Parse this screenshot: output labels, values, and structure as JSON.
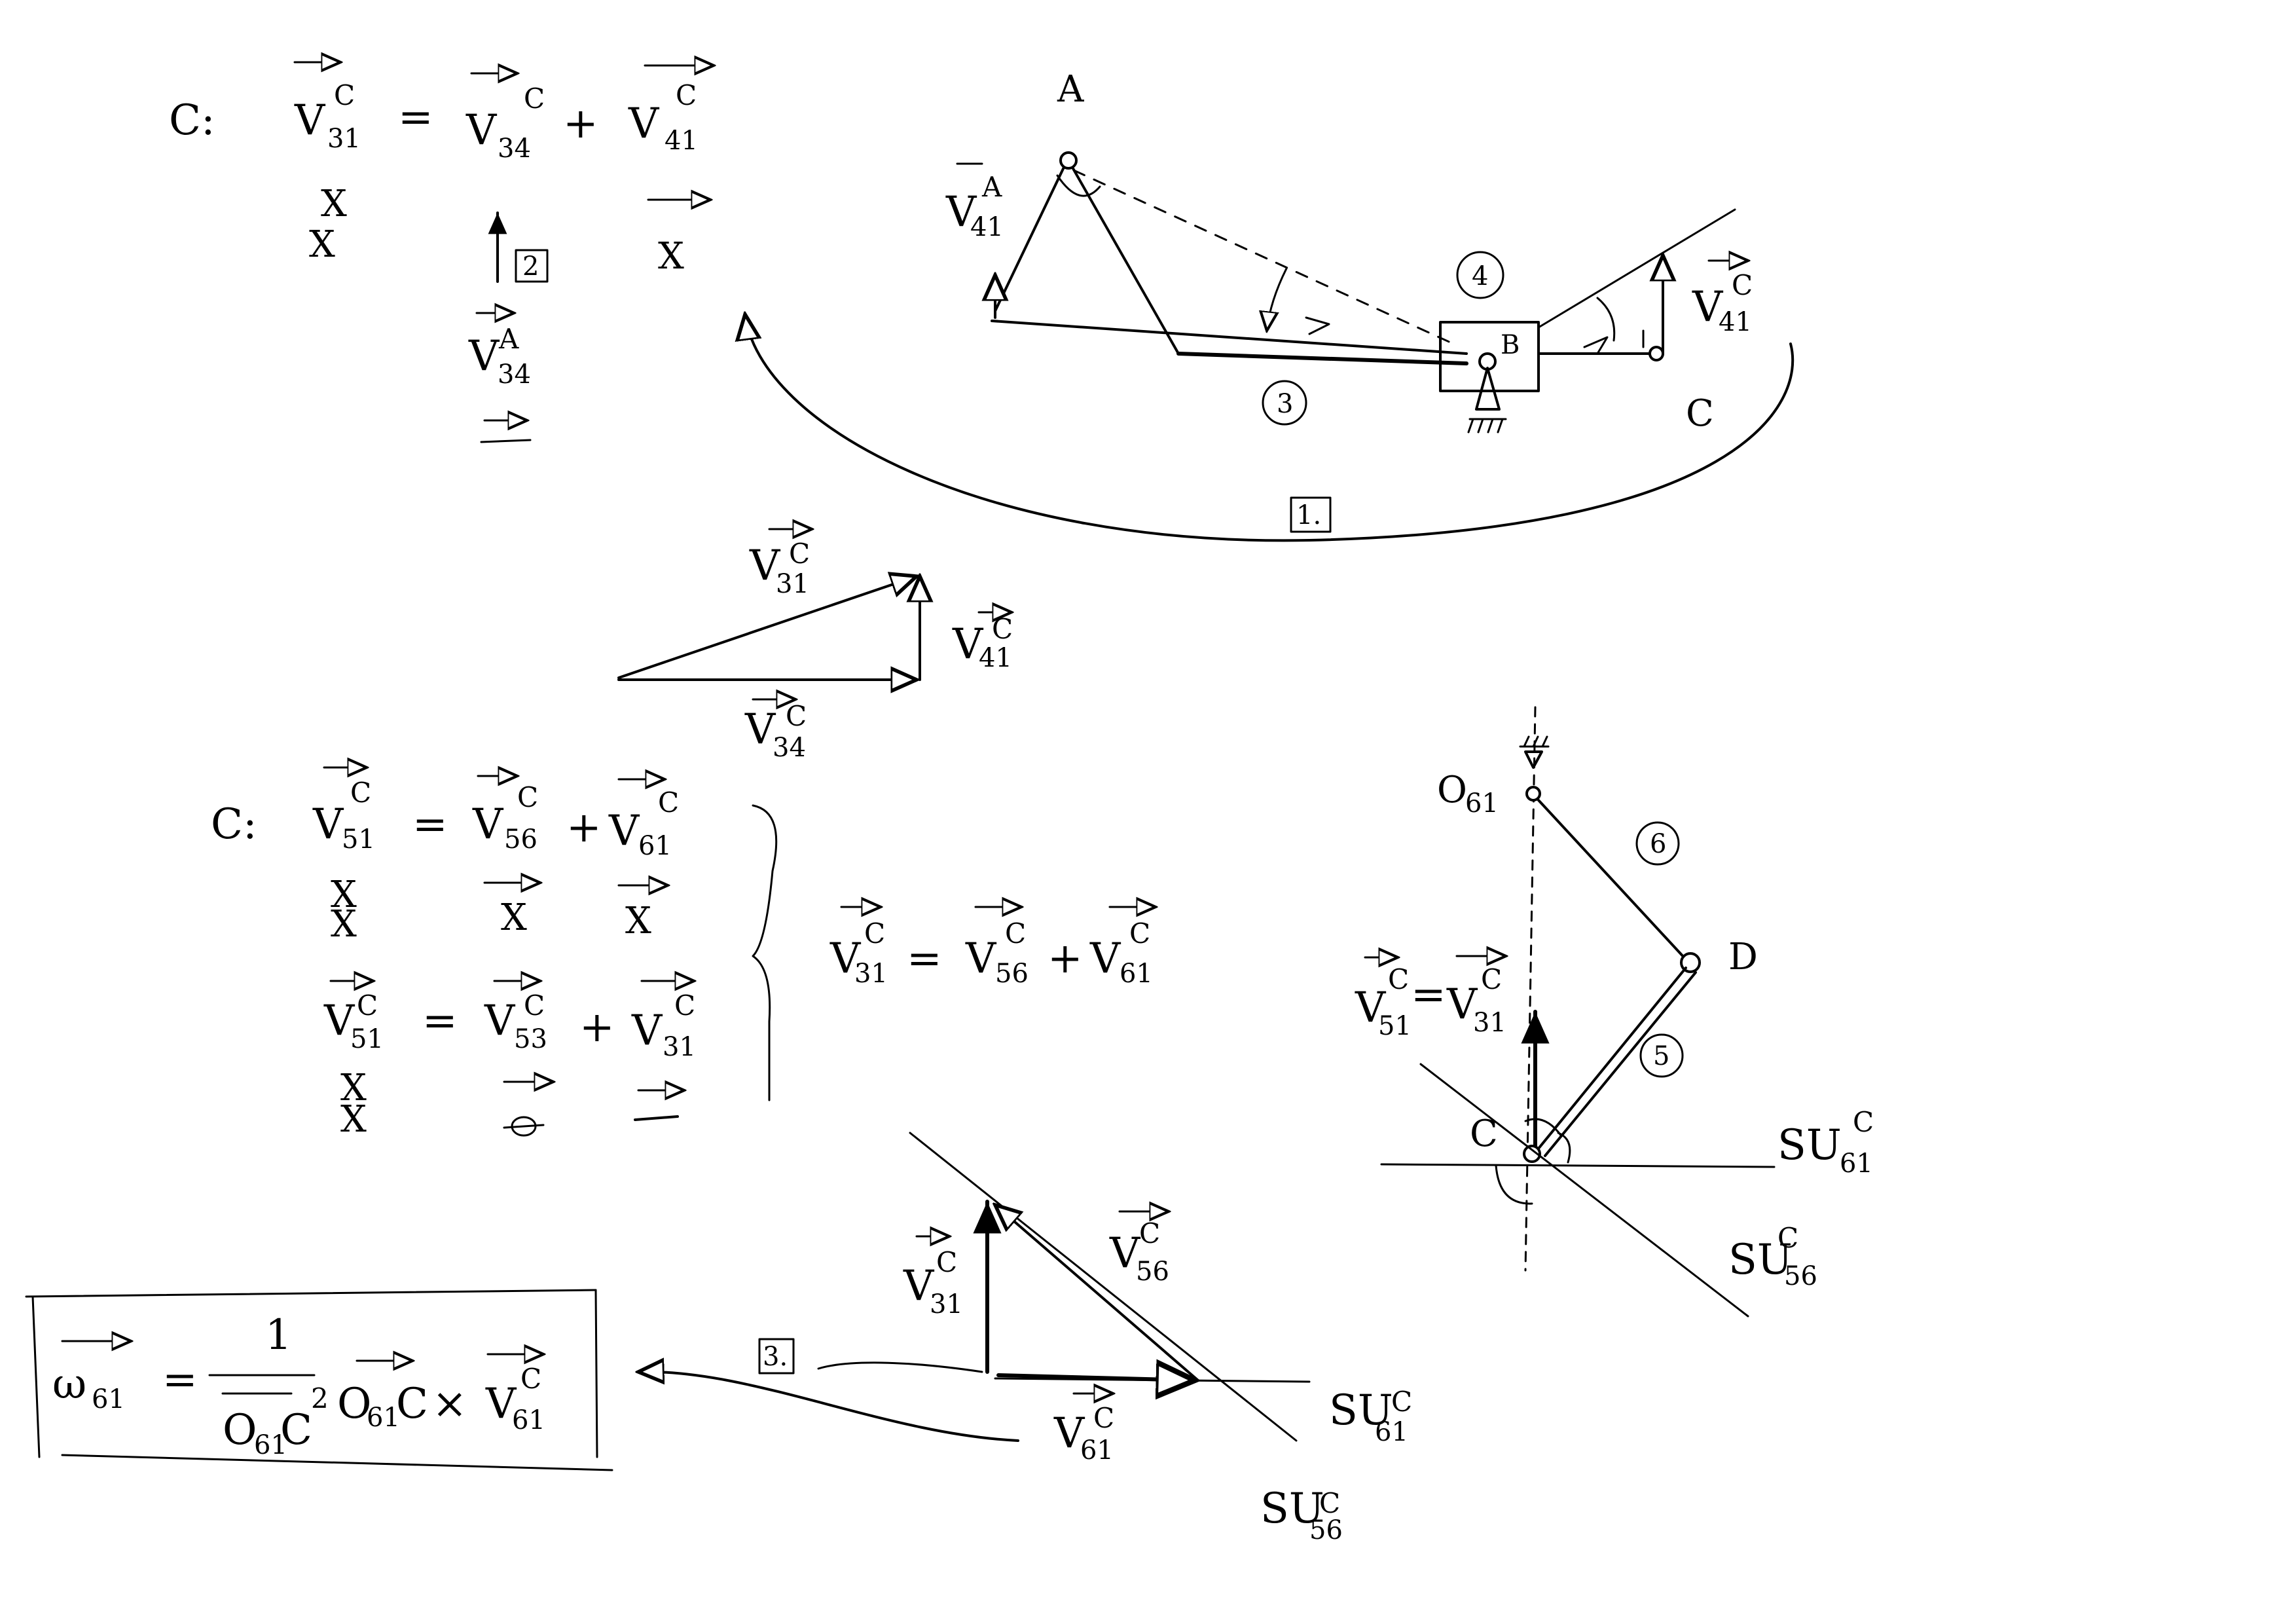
{
  "diagram": {
    "equation_c_top": {
      "prefix": "C:",
      "term1": {
        "base": "V",
        "sub": "31",
        "sup": "C"
      },
      "eq": "=",
      "term2": {
        "base": "V",
        "sub": "34",
        "sup": "C"
      },
      "plus": "+",
      "term3": {
        "base": "V",
        "sub": "41",
        "sup": "C"
      },
      "marks_col1": [
        "X",
        "X"
      ],
      "marks_col3": [
        "X"
      ],
      "box_label": "2",
      "term_below": {
        "base": "V",
        "sub": "34",
        "sup": "A"
      }
    },
    "linkage": {
      "point_a": "A",
      "point_b": "B",
      "point_c": "C",
      "link_3": "3",
      "link_4": "4",
      "box_1": "1.",
      "v41_a": {
        "base": "V",
        "sub": "41",
        "sup": "A"
      },
      "v41_c": {
        "base": "V",
        "sub": "41",
        "sup": "C"
      }
    },
    "vector_triangle_1": {
      "v31": {
        "base": "V",
        "sub": "31",
        "sup": "C"
      },
      "v41": {
        "base": "V",
        "sub": "41",
        "sup": "C"
      },
      "v34": {
        "base": "V",
        "sub": "34",
        "sup": "C"
      }
    },
    "equation_c_mid": {
      "prefix": "C:",
      "row1": {
        "t1": {
          "base": "V",
          "sub": "51",
          "sup": "C"
        },
        "eq": "=",
        "t2": {
          "base": "V",
          "sub": "56",
          "sup": "C"
        },
        "plus": "+",
        "t3": {
          "base": "V",
          "sub": "61",
          "sup": "C"
        }
      },
      "row1_marks": [
        "X",
        "X",
        "X",
        "X"
      ],
      "row2": {
        "t1": {
          "base": "V",
          "sub": "51",
          "sup": "C"
        },
        "eq": "=",
        "t2": {
          "base": "V",
          "sub": "53",
          "sup": "C"
        },
        "plus": "+",
        "t3": {
          "base": "V",
          "sub": "31",
          "sup": "C"
        }
      },
      "row2_marks": [
        "X",
        "X"
      ],
      "result": {
        "t1": {
          "base": "V",
          "sub": "31",
          "sup": "C"
        },
        "eq": "=",
        "t2": {
          "base": "V",
          "sub": "56",
          "sup": "C"
        },
        "plus": "+",
        "t3": {
          "base": "V",
          "sub": "61",
          "sup": "C"
        }
      }
    },
    "mechanism_right": {
      "o61": "O",
      "o61_sub": "61",
      "point_d": "D",
      "point_c": "C",
      "link_6": "6",
      "link_5": "5",
      "v51_eq": {
        "lhs": {
          "base": "V",
          "sub": "51",
          "sup": "C"
        },
        "eq": "=",
        "rhs": {
          "base": "V",
          "sub": "31",
          "sup": "C"
        }
      },
      "su61": {
        "base": "SU",
        "sub": "61",
        "sup": "C"
      },
      "su56": {
        "base": "SU",
        "sub": "56",
        "sup": "C"
      }
    },
    "vector_triangle_2": {
      "v31": {
        "base": "V",
        "sub": "31",
        "sup": "C"
      },
      "v56": {
        "base": "V",
        "sub": "56",
        "sup": "C"
      },
      "v61": {
        "base": "V",
        "sub": "61",
        "sup": "C"
      },
      "su61": {
        "base": "SU",
        "sub": "61",
        "sup": "C"
      },
      "su56": {
        "base": "SU",
        "sub": "56",
        "sup": "C"
      },
      "box_3": "3."
    },
    "result_box": {
      "omega": "ω",
      "omega_sub": "61",
      "eq": "=",
      "numerator": "1",
      "denominator_base": "O",
      "denominator_sub": "61",
      "denominator_tail": "C",
      "denominator_pow": "2",
      "o61c_base": "O",
      "o61c_sub": "61",
      "o61c_tail": "C",
      "times": "×",
      "v61": {
        "base": "V",
        "sub": "61",
        "sup": "C"
      }
    }
  }
}
